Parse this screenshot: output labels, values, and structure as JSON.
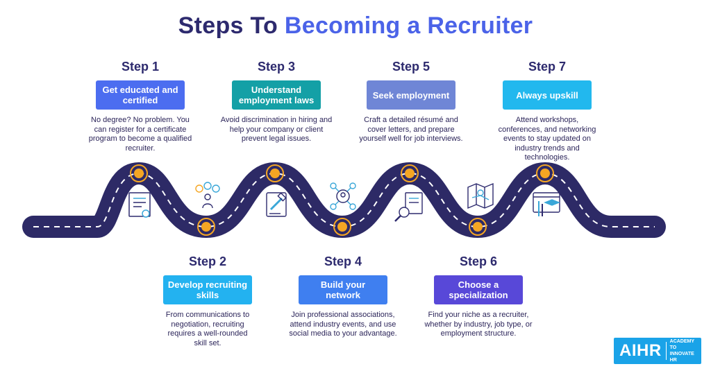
{
  "title": {
    "part1": "Steps To",
    "part2": "Becoming a Recruiter"
  },
  "steps": [
    {
      "label": "Step 1",
      "pill": "Get educated and certified",
      "color": "#4c6df0",
      "desc": "No degree? No problem. You can register for a certificate program to become a qualified recruiter."
    },
    {
      "label": "Step 2",
      "pill": "Develop recruiting skills",
      "color": "#23b2f0",
      "desc": "From communications to negotiation, recruiting requires a well-rounded skill set."
    },
    {
      "label": "Step 3",
      "pill": "Understand employment laws",
      "color": "#14a0a6",
      "desc": "Avoid discrimination in hiring and help your company or client prevent legal issues."
    },
    {
      "label": "Step 4",
      "pill": "Build your network",
      "color": "#3f7ff0",
      "desc": "Join professional associations, attend industry events, and use social media to your advantage."
    },
    {
      "label": "Step 5",
      "pill": "Seek employment",
      "color": "#6f86d6",
      "desc": "Craft a detailed résumé and cover letters, and prepare yourself well for job interviews."
    },
    {
      "label": "Step 6",
      "pill": "Choose a specialization",
      "color": "#5848d8",
      "desc": "Find your niche as a recruiter, whether by industry, job type, or employment structure."
    },
    {
      "label": "Step 7",
      "pill": "Always upskill",
      "color": "#22b8ee",
      "desc": "Attend workshops, conferences, and networking events to stay updated on industry trends and technologies."
    }
  ],
  "icons": [
    "certificate-icon",
    "skills-people-icon",
    "law-gavel-icon",
    "network-icon",
    "resume-search-icon",
    "map-specialization-icon",
    "online-learning-icon"
  ],
  "colors": {
    "road": "#2d2a66",
    "marker": "#f5a623",
    "accent": "#4b63e8",
    "icon": "#3aa7d8"
  },
  "logo": {
    "main": "AIHR",
    "sub_line1": "ACADEMY TO",
    "sub_line2": "INNOVATE HR"
  }
}
